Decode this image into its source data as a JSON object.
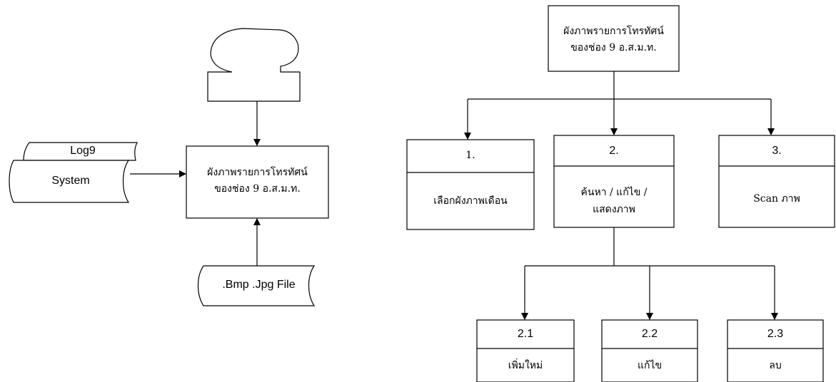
{
  "diagram": {
    "context_box": {
      "line1": "ผังภาพรายการโทรทัศน์",
      "line2": "ของช่อง 9 อ.ส.ม.ท."
    },
    "log9_label": "Log9",
    "system_label": "System",
    "file_label": ".Bmp .Jpg File",
    "root_box": {
      "line1": "ผังภาพรายการโทรทัศน์",
      "line2": "ของช่อง 9 อ.ส.ม.ท."
    },
    "box1": {
      "number": "1.",
      "title": "เลือกผังภาพเดือน"
    },
    "box2": {
      "number": "2.",
      "line1": "ค้นหา / แก้ไข /",
      "line2": "แสดงภาพ"
    },
    "box3": {
      "number": "3.",
      "title": "Scan ภาพ"
    },
    "box21": {
      "number": "2.1",
      "title": "เพิ่มใหม่"
    },
    "box22": {
      "number": "2.2",
      "title": "แก้ไข"
    },
    "box23": {
      "number": "2.3",
      "title": "ลบ"
    }
  }
}
